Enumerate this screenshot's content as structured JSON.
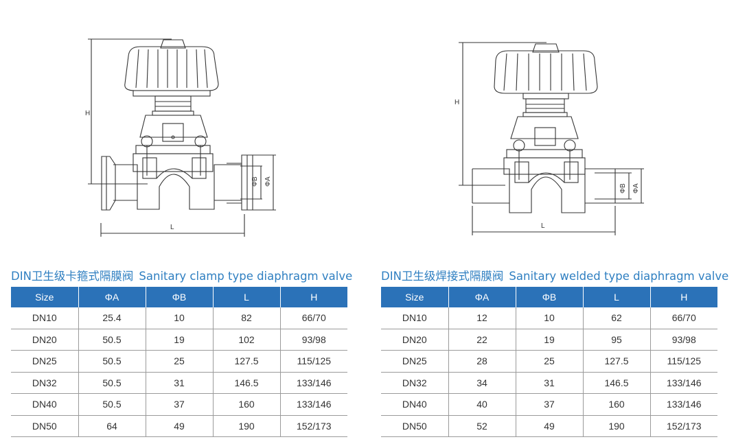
{
  "left": {
    "title_cn": "DIN卫生级卡箍式隔膜阀",
    "title_en": "Sanitary clamp type diaphragm valve",
    "dims": {
      "h": "H",
      "l": "L",
      "b": "ΦB",
      "a": "ΦA"
    },
    "headers": [
      "Size",
      "ΦA",
      "ΦB",
      "L",
      "H"
    ],
    "rows": [
      [
        "DN10",
        "25.4",
        "10",
        "82",
        "66/70"
      ],
      [
        "DN20",
        "50.5",
        "19",
        "102",
        "93/98"
      ],
      [
        "DN25",
        "50.5",
        "25",
        "127.5",
        "115/125"
      ],
      [
        "DN32",
        "50.5",
        "31",
        "146.5",
        "133/146"
      ],
      [
        "DN40",
        "50.5",
        "37",
        "160",
        "133/146"
      ],
      [
        "DN50",
        "64",
        "49",
        "190",
        "152/173"
      ]
    ]
  },
  "right": {
    "title_cn": "DIN卫生级焊接式隔膜阀",
    "title_en": "Sanitary welded type diaphragm valve",
    "dims": {
      "h": "H",
      "l": "L",
      "b": "ΦB",
      "a": "ΦA"
    },
    "headers": [
      "Size",
      "ΦA",
      "ΦB",
      "L",
      "H"
    ],
    "rows": [
      [
        "DN10",
        "12",
        "10",
        "62",
        "66/70"
      ],
      [
        "DN20",
        "22",
        "19",
        "95",
        "93/98"
      ],
      [
        "DN25",
        "28",
        "25",
        "127.5",
        "115/125"
      ],
      [
        "DN32",
        "34",
        "31",
        "146.5",
        "133/146"
      ],
      [
        "DN40",
        "40",
        "37",
        "160",
        "133/146"
      ],
      [
        "DN50",
        "52",
        "49",
        "190",
        "152/173"
      ]
    ]
  }
}
